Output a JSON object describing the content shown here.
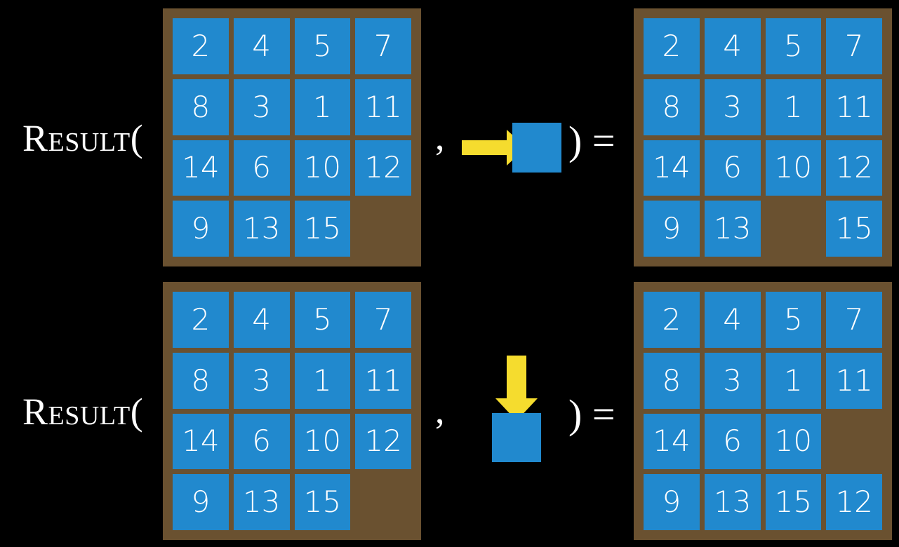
{
  "page": {
    "title": "Result of moving blank tile in 15-puzzle",
    "background_color": "#000000"
  },
  "theme": {
    "tile_color": "#2189ce",
    "board_frame_color": "#6a5130",
    "arrow_color": "#f5dc2e",
    "text_color": "#ffffff"
  },
  "symbols": {
    "function_name": "Result(",
    "comma": ",",
    "close_paren_equals": ") ="
  },
  "rows": [
    {
      "id": "row-1",
      "label": "Result(",
      "action": {
        "name": "move-right",
        "direction": "right",
        "icon": "arrow-right-icon"
      },
      "input_board": {
        "name": "input-board-row-1",
        "tiles": [
          [
            "2",
            "4",
            "5",
            "7"
          ],
          [
            "8",
            "3",
            "1",
            "11"
          ],
          [
            "14",
            "6",
            "10",
            "12"
          ],
          [
            "9",
            "13",
            "15",
            ""
          ]
        ]
      },
      "output_board": {
        "name": "output-board-row-1",
        "tiles": [
          [
            "2",
            "4",
            "5",
            "7"
          ],
          [
            "8",
            "3",
            "1",
            "11"
          ],
          [
            "14",
            "6",
            "10",
            "12"
          ],
          [
            "9",
            "13",
            "",
            "15"
          ]
        ]
      }
    },
    {
      "id": "row-2",
      "label": "Result(",
      "action": {
        "name": "move-down",
        "direction": "down",
        "icon": "arrow-down-icon"
      },
      "input_board": {
        "name": "input-board-row-2",
        "tiles": [
          [
            "2",
            "4",
            "5",
            "7"
          ],
          [
            "8",
            "3",
            "1",
            "11"
          ],
          [
            "14",
            "6",
            "10",
            "12"
          ],
          [
            "9",
            "13",
            "15",
            ""
          ]
        ]
      },
      "output_board": {
        "name": "output-board-row-2",
        "tiles": [
          [
            "2",
            "4",
            "5",
            "7"
          ],
          [
            "8",
            "3",
            "1",
            "11"
          ],
          [
            "14",
            "6",
            "10",
            ""
          ],
          [
            "9",
            "13",
            "15",
            "12"
          ]
        ]
      }
    }
  ]
}
